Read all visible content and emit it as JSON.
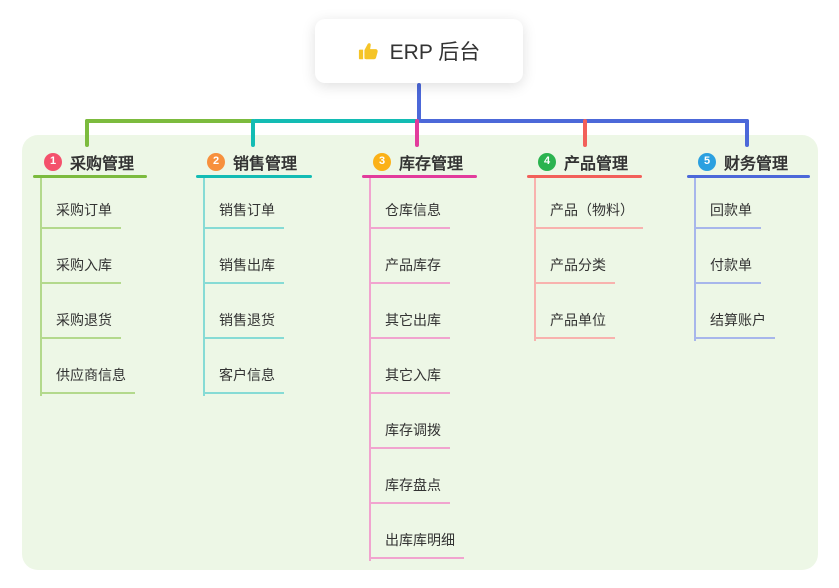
{
  "canvas": {
    "background": "#ffffff",
    "panel_background": "#edf7e6"
  },
  "root": {
    "title": "ERP 后台",
    "icon": "thumbs-up-icon",
    "icon_color": "#f5c427",
    "stem_color": "#4c68d9"
  },
  "branches": [
    {
      "num": "1",
      "label": "采购管理",
      "badge_color": "#f4516c",
      "line_color": "#7cbb3e",
      "item_line_color": "#b3d98c",
      "items": [
        "采购订单",
        "采购入库",
        "采购退货",
        "供应商信息"
      ]
    },
    {
      "num": "2",
      "label": "销售管理",
      "badge_color": "#f7903d",
      "line_color": "#13bcb4",
      "item_line_color": "#86dbd5",
      "items": [
        "销售订单",
        "销售出库",
        "销售退货",
        "客户信息"
      ]
    },
    {
      "num": "3",
      "label": "库存管理",
      "badge_color": "#fbb117",
      "line_color": "#e23c9c",
      "item_line_color": "#f1a4cf",
      "items": [
        "仓库信息",
        "产品库存",
        "其它出库",
        "其它入库",
        "库存调拨",
        "库存盘点",
        "出库库明细"
      ]
    },
    {
      "num": "4",
      "label": "产品管理",
      "badge_color": "#2bb34f",
      "line_color": "#f2605a",
      "item_line_color": "#f8b2ae",
      "items": [
        "产品（物料）",
        "产品分类",
        "产品单位"
      ]
    },
    {
      "num": "5",
      "label": "财务管理",
      "badge_color": "#2ba0e0",
      "line_color": "#4c68d9",
      "item_line_color": "#a7b6eb",
      "items": [
        "回款单",
        "付款单",
        "结算账户"
      ]
    }
  ]
}
